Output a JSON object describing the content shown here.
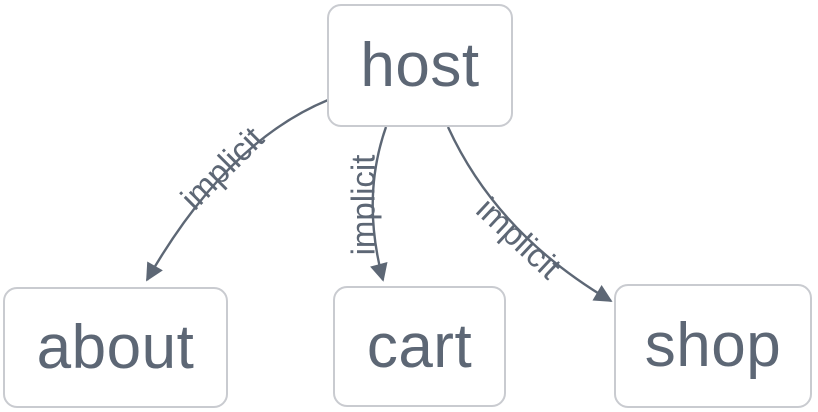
{
  "diagram": {
    "type": "flowchart",
    "direction": "top-down",
    "colors": {
      "background": "#ffffff",
      "node_fill": "#ffffff",
      "node_border": "#c9cbd0",
      "text": "#5d6775",
      "edge": "#5d6775"
    },
    "nodes": [
      {
        "id": "host",
        "label": "host"
      },
      {
        "id": "about",
        "label": "about"
      },
      {
        "id": "cart",
        "label": "cart"
      },
      {
        "id": "shop",
        "label": "shop"
      }
    ],
    "edges": [
      {
        "from": "host",
        "to": "about",
        "label": "implicit",
        "arrow": "filled-triangle"
      },
      {
        "from": "host",
        "to": "cart",
        "label": "implicit",
        "arrow": "filled-triangle"
      },
      {
        "from": "host",
        "to": "shop",
        "label": "implicit",
        "arrow": "filled-triangle"
      }
    ]
  }
}
